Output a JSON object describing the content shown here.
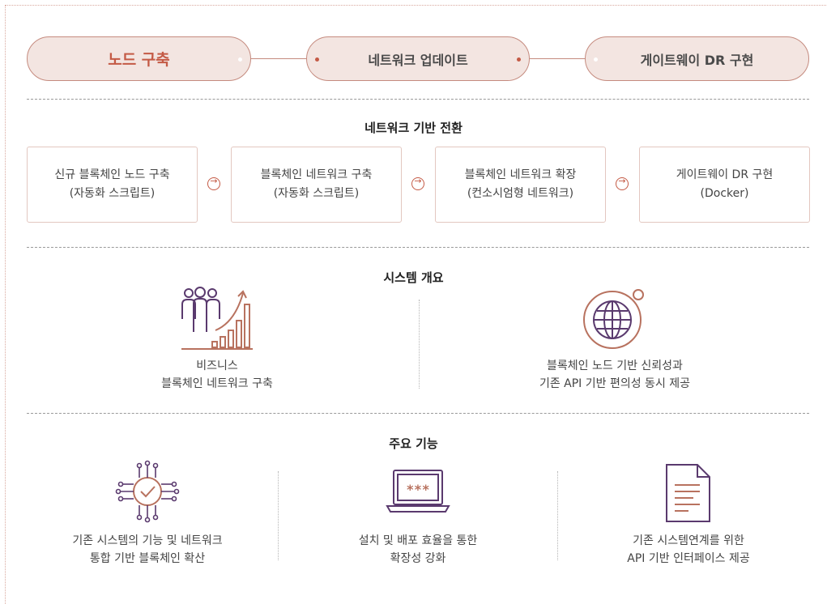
{
  "steps": [
    {
      "label": "노드 구축"
    },
    {
      "label": "네트워크 업데이트"
    },
    {
      "label": "게이트웨이 DR 구현"
    }
  ],
  "transition": {
    "title": "네트워크 기반 전환",
    "cards": [
      {
        "line1": "신규 블록체인 노드 구축",
        "line2": "(자동화 스크립트)"
      },
      {
        "line1": "블록체인 네트워크 구축",
        "line2": "(자동화 스크립트)"
      },
      {
        "line1": "블록체인 네트워크 확장",
        "line2": "(컨소시엄형 네트워크)"
      },
      {
        "line1": "게이트웨이 DR 구현",
        "line2": "(Docker)"
      }
    ]
  },
  "overview": {
    "title": "시스템 개요",
    "items": [
      {
        "icon": "business-growth-icon",
        "line1": "비즈니스",
        "line2": "블록체인 네트워크 구축"
      },
      {
        "icon": "globe-icon",
        "line1": "블록체인 노드 기반 신뢰성과",
        "line2": "기존 API 기반 편의성 동시 제공"
      }
    ]
  },
  "features": {
    "title": "주요 기능",
    "items": [
      {
        "icon": "circuit-check-icon",
        "line1": "기존 시스템의 기능 및 네트워크",
        "line2": "통합 기반 블록체인 확산"
      },
      {
        "icon": "laptop-password-icon",
        "line1": "설치 및 배포 효율을 통한",
        "line2": "확장성 강화"
      },
      {
        "icon": "document-icon",
        "line1": "기존 시스템연계를 위한",
        "line2": "API 기반 인터페이스 제공"
      }
    ]
  },
  "colors": {
    "accent": "#c45a45",
    "step_fill": "#f3e5e1",
    "icon_purple": "#5a3a6e",
    "icon_brown": "#b8725f"
  }
}
